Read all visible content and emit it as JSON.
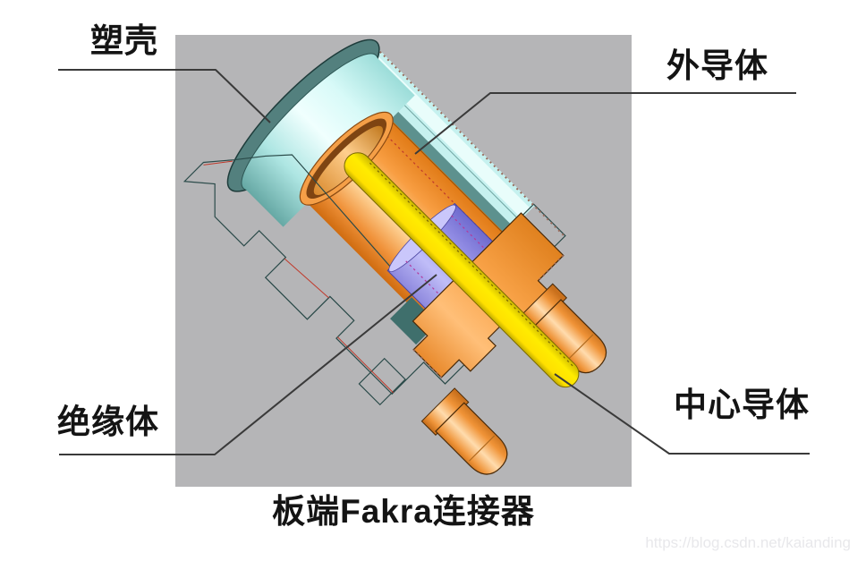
{
  "figure": {
    "callouts": [
      {
        "id": "plastic-shell",
        "label": "塑壳"
      },
      {
        "id": "outer-conductor",
        "label": "外导体"
      },
      {
        "id": "insulator",
        "label": "绝缘体"
      },
      {
        "id": "center-conductor",
        "label": "中心导体"
      }
    ],
    "caption": "板端Fakra连接器",
    "watermark": "https://blog.csdn.net/kaianding"
  },
  "colors": {
    "canvas_bg": "#b5b5b7",
    "shell_cyan": "#aeeaea",
    "outer_conductor_orange": "#f79a3e",
    "insulator_purple": "#a5a0ee",
    "center_conductor_yellow": "#ffe800",
    "leader_line": "#3a3a3a",
    "label_text": "#141414",
    "watermark_text": "#e8e8eb"
  }
}
